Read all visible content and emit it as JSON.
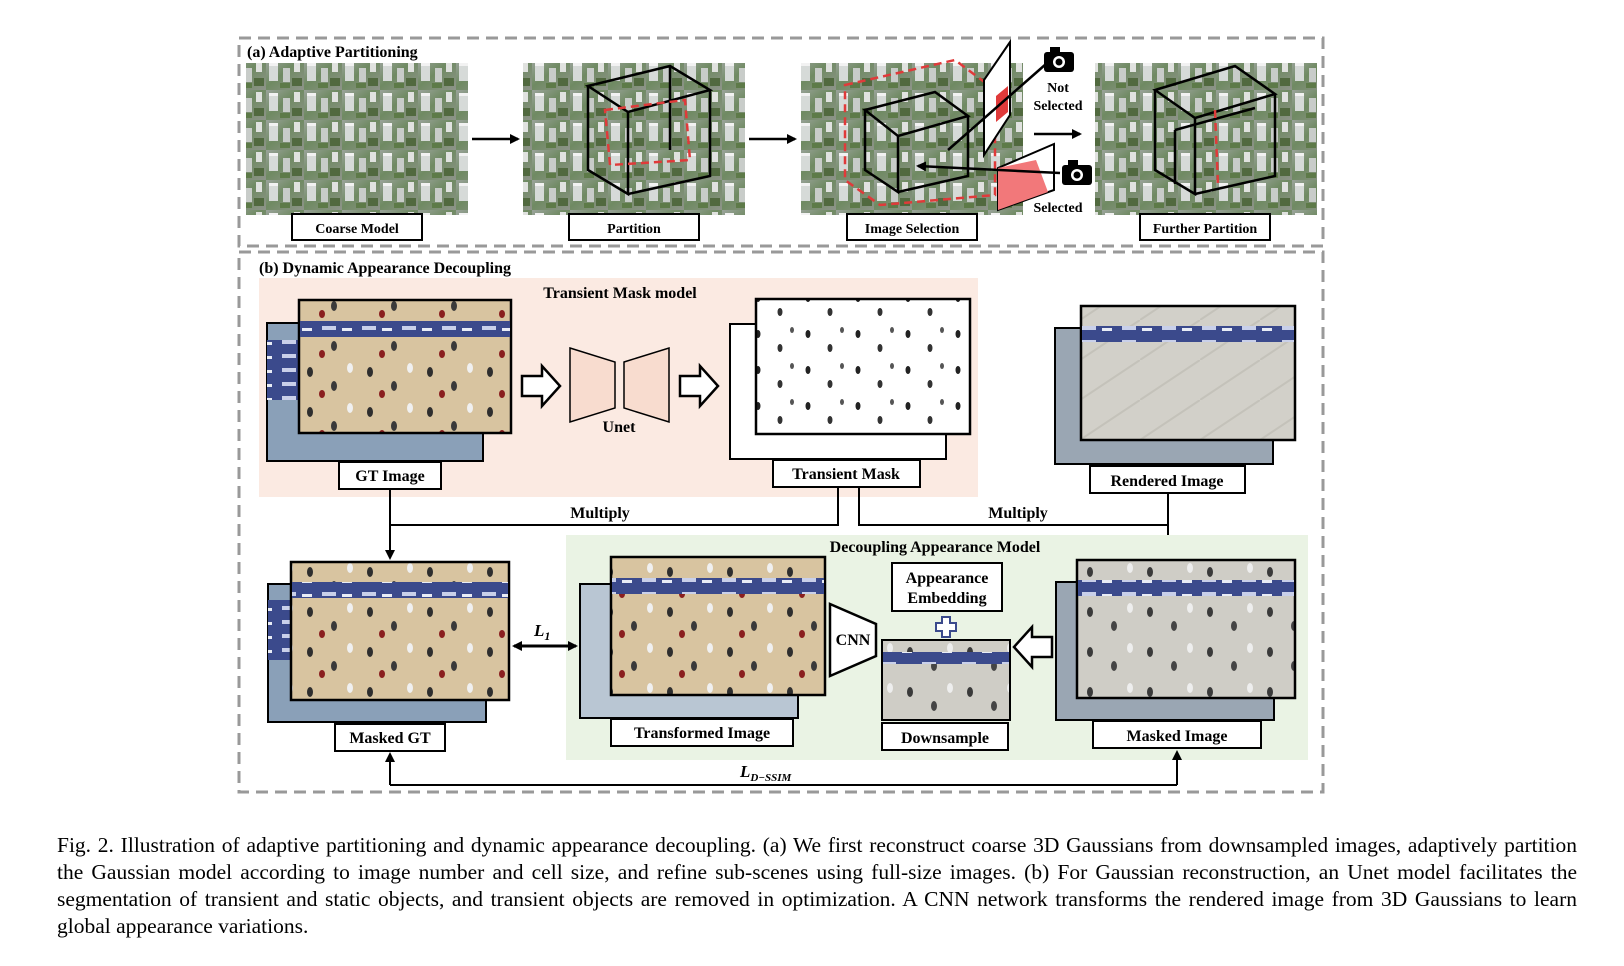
{
  "panel_a": {
    "title": "(a) Adaptive Partitioning",
    "coarse_model_label": "Coarse Model",
    "partition_label": "Partition",
    "image_selection_label": "Image Selection",
    "further_partition_label": "Further Partition",
    "not_selected_line1": "Not",
    "not_selected_line2": "Selected",
    "selected_label": "Selected"
  },
  "panel_b": {
    "title": "(b) Dynamic Appearance Decoupling",
    "transient_mask_model_title": "Transient Mask model",
    "unet_label": "Unet",
    "gt_image_label": "GT Image",
    "transient_mask_label": "Transient Mask",
    "rendered_image_label": "Rendered Image",
    "multiply_left": "Multiply",
    "multiply_right": "Multiply",
    "decoupling_model_title": "Decoupling Appearance Model",
    "appearance_embedding_line1": "Appearance",
    "appearance_embedding_line2": "Embedding",
    "cnn_label": "CNN",
    "masked_gt_label": "Masked GT",
    "transformed_image_label": "Transformed Image",
    "downsample_label": "Downsample",
    "masked_image_label": "Masked Image",
    "l1_loss_symbol": "L",
    "l1_loss_sub": "1",
    "dssim_loss_symbol": "L",
    "dssim_loss_sub": "D−SSIM"
  },
  "colors": {
    "transient_bg": "#fbeae2",
    "decoupling_bg": "#eaf3e4",
    "mask_red": "#e03a3a",
    "dashed_border": "#999999"
  },
  "caption": "Fig. 2.    Illustration of adaptive partitioning and dynamic appearance decoupling. (a) We first reconstruct coarse 3D Gaussians from downsampled images, adaptively partition the Gaussian model according to image number and cell size, and refine sub-scenes using full-size images. (b) For Gaussian reconstruction, an Unet model facilitates the segmentation of transient and static objects, and transient objects are removed in optimization. A CNN network transforms the rendered image from 3D Gaussians to learn global appearance variations."
}
